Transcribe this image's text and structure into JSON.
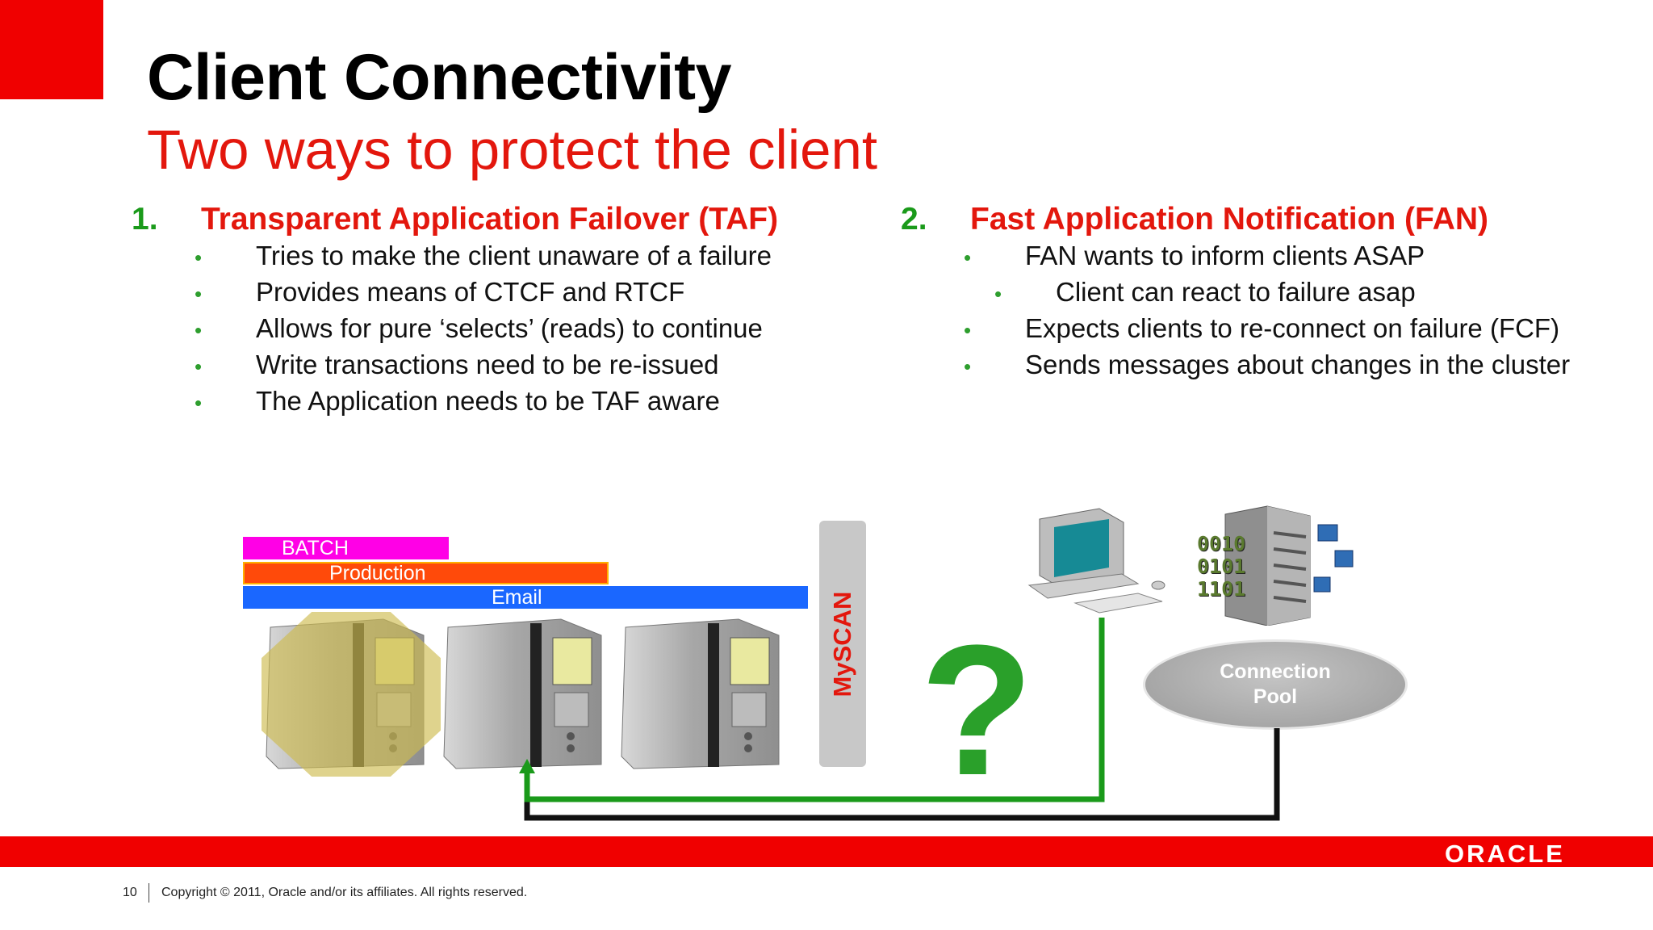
{
  "slide": {
    "title": "Client Connectivity",
    "subtitle": "Two ways to protect the client"
  },
  "left": {
    "number": "1.",
    "heading": "Transparent Application Failover (TAF)",
    "bullets": [
      "Tries to make the client unaware of a failure",
      "Provides means of CTCF and RTCF",
      "Allows for pure ‘selects’ (reads) to continue",
      "Write transactions need to be re-issued",
      "The Application needs to be TAF aware"
    ]
  },
  "right": {
    "number": "2.",
    "heading": "Fast Application Notification (FAN)",
    "bullets": [
      "FAN wants to inform clients ASAP",
      "Client can react to failure asap",
      "Expects clients to re-connect on failure (FCF)",
      "Sends messages about changes in the cluster"
    ]
  },
  "diagram": {
    "services": [
      "BATCH",
      "Production",
      "Email"
    ],
    "scan_label": "MySCAN",
    "question_mark": "?",
    "binary": [
      "0010",
      "0101",
      "1101"
    ],
    "pool_line1": "Connection",
    "pool_line2": "Pool",
    "colors": {
      "batch": "#ff00e6",
      "production": "#ff4a0a",
      "email": "#1a67ff",
      "client_path": "#1a9a1a",
      "pool_path": "#111111"
    }
  },
  "footer": {
    "page": "10",
    "copyright": "Copyright © 2011, Oracle and/or its affiliates. All rights reserved.",
    "logo": "ORACLE"
  }
}
